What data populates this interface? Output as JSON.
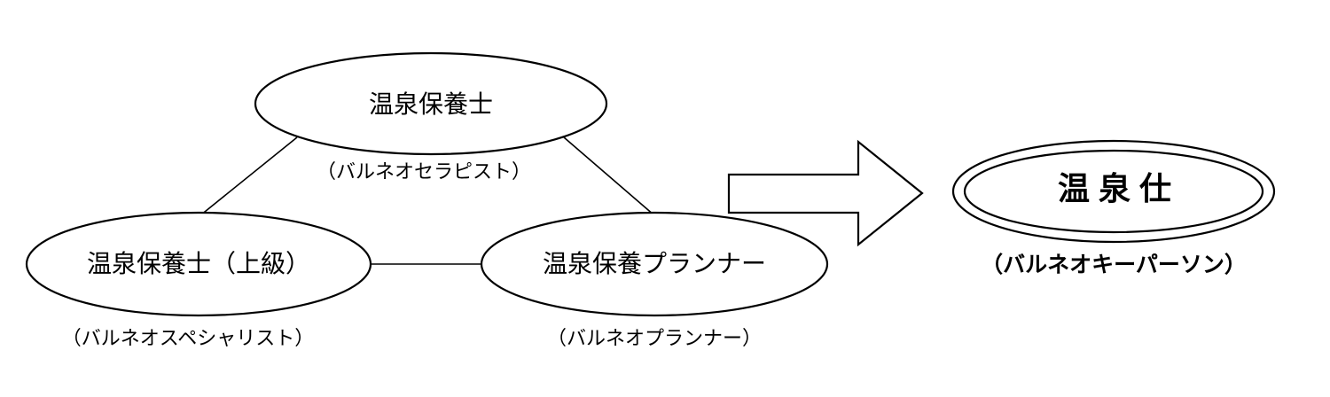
{
  "nodes": {
    "top": {
      "label": "温泉保養士",
      "sub": "（バルネオセラピスト）"
    },
    "left": {
      "label": "温泉保養士（上級）",
      "sub": "（バルネオスペシャリスト）"
    },
    "right": {
      "label": "温泉保養プランナー",
      "sub": "（バルネオプランナー）"
    }
  },
  "result": {
    "label": "温泉仕",
    "sub": "（バルネオキーパーソン）"
  }
}
